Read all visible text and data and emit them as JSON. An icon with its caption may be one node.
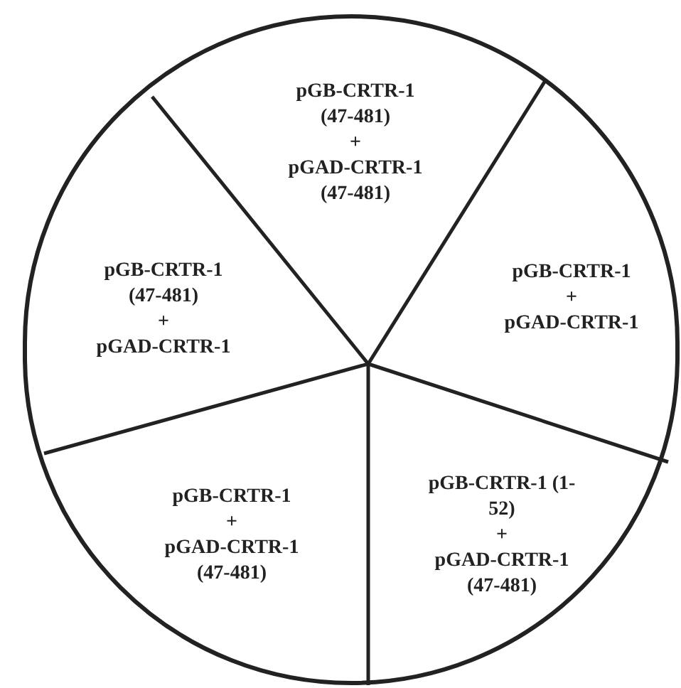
{
  "diagram": {
    "nodes": [
      {
        "text": [],
        "shape": "circle"
      },
      {
        "text": [
          "pGB-CRTR-1 (47-481)",
          "+",
          "pGAD-CRTR-1 (47-481)"
        ],
        "in": 0
      },
      {
        "text": [
          "pGB-CRTR-1 (47-481)",
          "+",
          "pGAD-CRTR-1"
        ],
        "in": 0
      },
      {
        "text": [
          "pGB-CRTR-1",
          "+",
          "pGAD-CRTR-1"
        ],
        "in": 0
      },
      {
        "text": [
          "pGB-CRTR-1",
          "+",
          "pGAD-CRTR-1 (47-481)"
        ],
        "in": 0
      },
      {
        "text": [
          "pGB-CRTR-1 (1-52)",
          "+",
          "pGAD-CRTR-1 (47-481)"
        ],
        "in": 0
      }
    ]
  }
}
